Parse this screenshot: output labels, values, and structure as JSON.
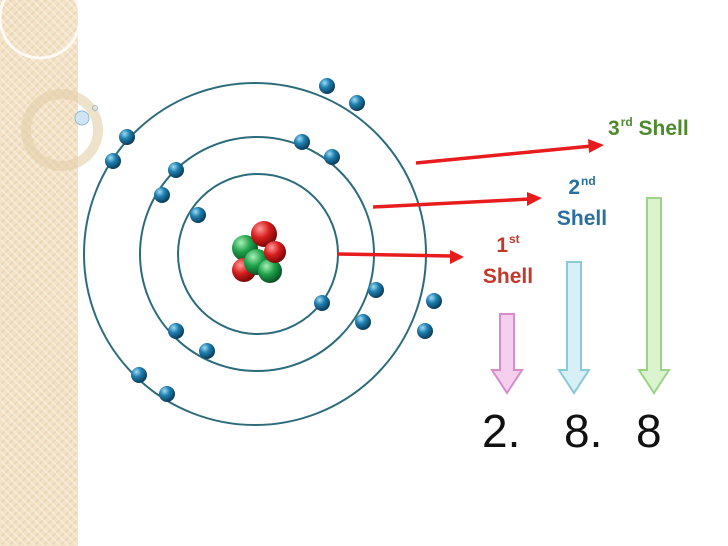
{
  "labels": {
    "shell_3": {
      "ord_num": "3",
      "ord_sup": "rd",
      "word": "Shell"
    },
    "shell_2": {
      "ord_num": "2",
      "ord_sup": "nd",
      "word": "Shell"
    },
    "shell_1": {
      "ord_num": "1",
      "ord_sup": "st",
      "word": "Shell"
    }
  },
  "counts": {
    "first": "2.",
    "second": "8.",
    "third": "8"
  },
  "colors": {
    "shell_ring": "#2b6b7a",
    "electron": "#1f7fb0",
    "proton": "#d81e1e",
    "neutron": "#1fa24a",
    "pointer_arrow": "#e81c1c",
    "arrow_shell_1": "#f0b6e0",
    "arrow_shell_2": "#bfe6ee",
    "arrow_shell_3": "#c8ecb4",
    "label_shell_3": "#4d8a2e",
    "label_shell_2": "#2a6f9e",
    "label_shell_1": "#c0392b"
  }
}
